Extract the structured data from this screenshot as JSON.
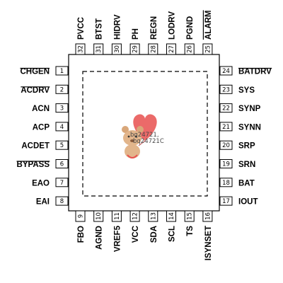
{
  "package": {
    "chip_labels": [
      "bq24721,",
      "bq24721C"
    ]
  },
  "pins": {
    "left": [
      {
        "num": "1",
        "name": "CHGEN",
        "overbar": true
      },
      {
        "num": "2",
        "name": "ACDRV",
        "overbar": true
      },
      {
        "num": "3",
        "name": "ACN",
        "overbar": false
      },
      {
        "num": "4",
        "name": "ACP",
        "overbar": false
      },
      {
        "num": "5",
        "name": "ACDET",
        "overbar": false
      },
      {
        "num": "6",
        "name": "BYPASS",
        "overbar": true
      },
      {
        "num": "7",
        "name": "EAO",
        "overbar": false
      },
      {
        "num": "8",
        "name": "EAI",
        "overbar": false
      }
    ],
    "bottom": [
      {
        "num": "9",
        "name": "FBO",
        "overbar": false
      },
      {
        "num": "10",
        "name": "AGND",
        "overbar": false
      },
      {
        "num": "11",
        "name": "VREF5",
        "overbar": false
      },
      {
        "num": "12",
        "name": "VCC",
        "overbar": false
      },
      {
        "num": "13",
        "name": "SDA",
        "overbar": false
      },
      {
        "num": "14",
        "name": "SCL",
        "overbar": false
      },
      {
        "num": "15",
        "name": "TS",
        "overbar": false
      },
      {
        "num": "16",
        "name": "ISYNSET",
        "overbar": false
      }
    ],
    "right": [
      {
        "num": "24",
        "name": "BATDRV",
        "overbar": true
      },
      {
        "num": "23",
        "name": "SYS",
        "overbar": false
      },
      {
        "num": "22",
        "name": "SYNP",
        "overbar": false
      },
      {
        "num": "21",
        "name": "SYNN",
        "overbar": false
      },
      {
        "num": "20",
        "name": "SRP",
        "overbar": false
      },
      {
        "num": "19",
        "name": "SRN",
        "overbar": false
      },
      {
        "num": "18",
        "name": "BAT",
        "overbar": false
      },
      {
        "num": "17",
        "name": "IOUT",
        "overbar": false
      }
    ],
    "top": [
      {
        "num": "32",
        "name": "PVCC",
        "overbar": false
      },
      {
        "num": "31",
        "name": "BTST",
        "overbar": false
      },
      {
        "num": "30",
        "name": "HIDRV",
        "overbar": false
      },
      {
        "num": "29",
        "name": "PH",
        "overbar": false
      },
      {
        "num": "28",
        "name": "REGN",
        "overbar": false
      },
      {
        "num": "27",
        "name": "LODRV",
        "overbar": false
      },
      {
        "num": "26",
        "name": "PGND",
        "overbar": false
      },
      {
        "num": "25",
        "name": "ALARM",
        "overbar": true
      }
    ]
  },
  "colors": {
    "outline": "#000000",
    "heart": "#e8504f",
    "bear": "#d9a77a"
  }
}
